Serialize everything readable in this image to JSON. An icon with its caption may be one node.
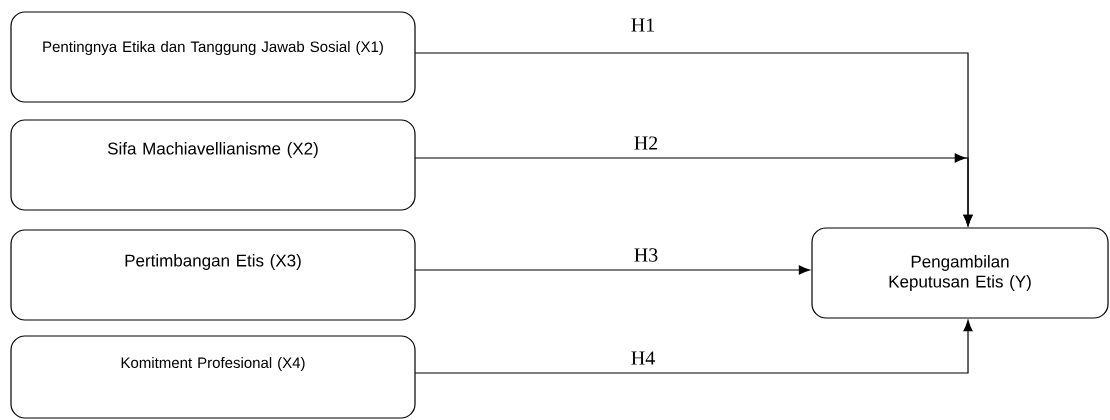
{
  "diagram": {
    "nodes": [
      {
        "text": [
          "Pentingnya Etika dan Tanggung Jawab Sosial (X1)"
        ]
      },
      {
        "text": [
          "Sifa Machiavellianisme (X2)"
        ]
      },
      {
        "text": [
          "Pertimbangan Etis (X3)"
        ]
      },
      {
        "text": [
          "Komitment Profesional (X4)"
        ]
      },
      {
        "text": [
          "Pengambilan Keputusan Etis (Y)"
        ]
      }
    ],
    "edges": [
      {
        "from": 0,
        "to": 4,
        "arrow": "to",
        "label": "H1"
      },
      {
        "from": 1,
        "to": 4,
        "arrow": "to",
        "label": "H2"
      },
      {
        "from": 2,
        "to": 4,
        "arrow": "to",
        "label": "H3"
      },
      {
        "from": 3,
        "to": 4,
        "arrow": "to",
        "label": "H4"
      }
    ]
  }
}
